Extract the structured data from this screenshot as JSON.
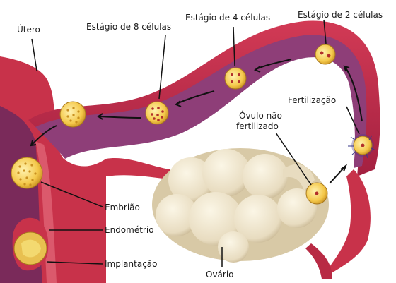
{
  "labels": {
    "utero": "Útero",
    "estagio_8": "Estágio de 8 células",
    "estagio_4": "Estágio de 4 células",
    "estagio_2": "Estágio de 2 células",
    "fertilizacao": "Fertilização",
    "ovulo_line1": "Óvulo não",
    "ovulo_line2": "fertilizado",
    "embriao": "Embrião",
    "endometrio": "Endométrio",
    "implantacao": "Implantação",
    "ovario": "Ovário"
  },
  "colors": {
    "uterus_outer": "#c8324a",
    "uterus_inner": "#7a2a5a",
    "tube_lumen": "#8e3e78",
    "ovary": "#efe6cf",
    "cell": "#f4c84a",
    "nucleus": "#b2302a",
    "sperm": "#3a3a8a"
  }
}
